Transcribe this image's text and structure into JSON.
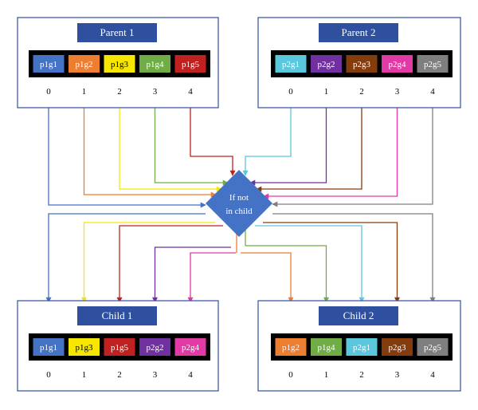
{
  "colors": {
    "blue": "#4472c4",
    "orange": "#ed7d31",
    "yellow": "#f6e600",
    "green": "#70ad47",
    "red": "#c0201f",
    "cyan": "#5bc7dd",
    "purple": "#7030a0",
    "brown": "#843c0c",
    "magenta": "#e23aa4",
    "gray": "#7f7f7f",
    "black": "#000000",
    "title_box": "#2f4f9f",
    "diamond": "#4472c4",
    "panel_border": "#2f4f9f"
  },
  "parent1": {
    "title": "Parent 1",
    "genes": [
      {
        "label": "p1g1",
        "color": "blue"
      },
      {
        "label": "p1g2",
        "color": "orange"
      },
      {
        "label": "p1g3",
        "color": "yellow"
      },
      {
        "label": "p1g4",
        "color": "green"
      },
      {
        "label": "p1g5",
        "color": "red"
      }
    ],
    "indices": [
      "0",
      "1",
      "2",
      "3",
      "4"
    ]
  },
  "parent2": {
    "title": "Parent 2",
    "genes": [
      {
        "label": "p2g1",
        "color": "cyan"
      },
      {
        "label": "p2g2",
        "color": "purple"
      },
      {
        "label": "p2g3",
        "color": "brown"
      },
      {
        "label": "p2g4",
        "color": "magenta"
      },
      {
        "label": "p2g5",
        "color": "gray"
      }
    ],
    "indices": [
      "0",
      "1",
      "2",
      "3",
      "4"
    ]
  },
  "child1": {
    "title": "Child 1",
    "genes": [
      {
        "label": "p1g1",
        "color": "blue"
      },
      {
        "label": "p1g3",
        "color": "yellow"
      },
      {
        "label": "p1g5",
        "color": "red"
      },
      {
        "label": "p2g2",
        "color": "purple"
      },
      {
        "label": "p2g4",
        "color": "magenta"
      }
    ],
    "indices": [
      "0",
      "1",
      "2",
      "3",
      "4"
    ]
  },
  "child2": {
    "title": "Child 2",
    "genes": [
      {
        "label": "p1g2",
        "color": "orange"
      },
      {
        "label": "p1g4",
        "color": "green"
      },
      {
        "label": "p2g1",
        "color": "cyan"
      },
      {
        "label": "p2g3",
        "color": "brown"
      },
      {
        "label": "p2g5",
        "color": "gray"
      }
    ],
    "indices": [
      "0",
      "1",
      "2",
      "3",
      "4"
    ]
  },
  "decision": {
    "line1": "If not",
    "line2": "in child"
  }
}
